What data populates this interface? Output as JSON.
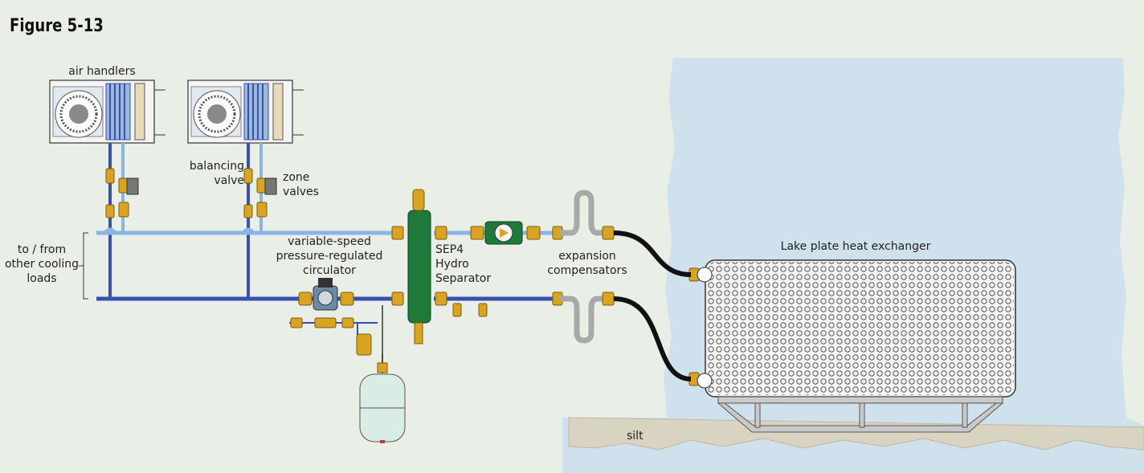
{
  "figure": {
    "title": "Figure 5-13"
  },
  "labels": {
    "air_handlers": "air handlers",
    "balancing_valve_line1": "balancing",
    "balancing_valve_line2": "valve",
    "zone_valves_line1": "zone",
    "zone_valves_line2": "valves",
    "to_from_line1": "to / from",
    "to_from_line2": "other cooling",
    "to_from_line3": "loads",
    "circulator_line1": "variable-speed",
    "circulator_line2": "pressure-regulated",
    "circulator_line3": "circulator",
    "separator_line1": "SEP4",
    "separator_line2": "Hydro",
    "separator_line3": "Separator",
    "expansion_line1": "expansion",
    "expansion_line2": "compensators",
    "heat_exchanger": "Lake plate heat exchanger",
    "silt": "silt"
  },
  "colors": {
    "background": "#e9efe7",
    "lake_water": "#cfe1ec",
    "silt": "#d9d3c2",
    "supply_pipe": "#3a4fb0",
    "return_pipe": "#8ab4e3",
    "separator": "#1e7a3a",
    "brass": "#d9a521",
    "hose": "#111111",
    "compensator": "#a9a9a9"
  }
}
